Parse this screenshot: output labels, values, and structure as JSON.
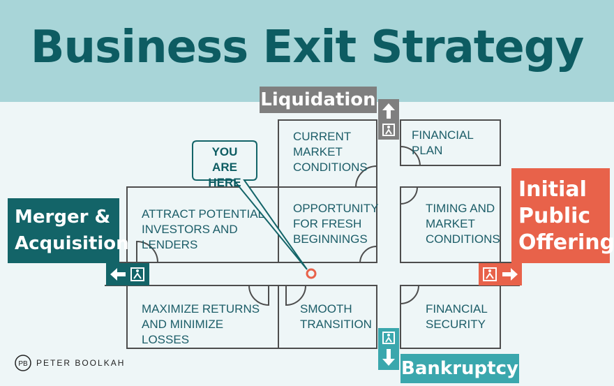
{
  "title": "Business Exit Strategy",
  "colors": {
    "header_bg": "#a8d5d8",
    "title": "#0d5c62",
    "room_text": "#1c5d68",
    "liquidation": "#7f7f7f",
    "merger": "#136468",
    "ipo": "#e8624a",
    "bankruptcy": "#3aa7ad"
  },
  "rooms": {
    "current_market": "CURRENT MARKET CONDITIONS",
    "financial_plan": "FINANCIAL PLAN",
    "attract": "ATTRACT POTENTIAL INVESTORS AND LENDERS",
    "opportunity": "OPPORTUNITY FOR FRESH BEGINNINGS",
    "timing": "TIMING AND MARKET CONDITIONS",
    "maximize": "MAXIMIZE RETURNS AND MINIMIZE LOSSES",
    "smooth": "SMOOTH TRANSITION",
    "security": "FINANCIAL SECURITY"
  },
  "callout": "YOU ARE HERE",
  "exits": {
    "liquidation": "Liquidation",
    "merger": "Merger & Acquisition",
    "ipo": "Initial Public Offering",
    "bankruptcy": "Bankruptcy"
  },
  "icons": {
    "exit_sign": "emergency-exit-icon",
    "you_are_here": "location-marker-icon",
    "logo": "peter-boolkah-logo-icon"
  },
  "logo": {
    "initials": "PB",
    "name": "PETER BOOLKAH"
  }
}
